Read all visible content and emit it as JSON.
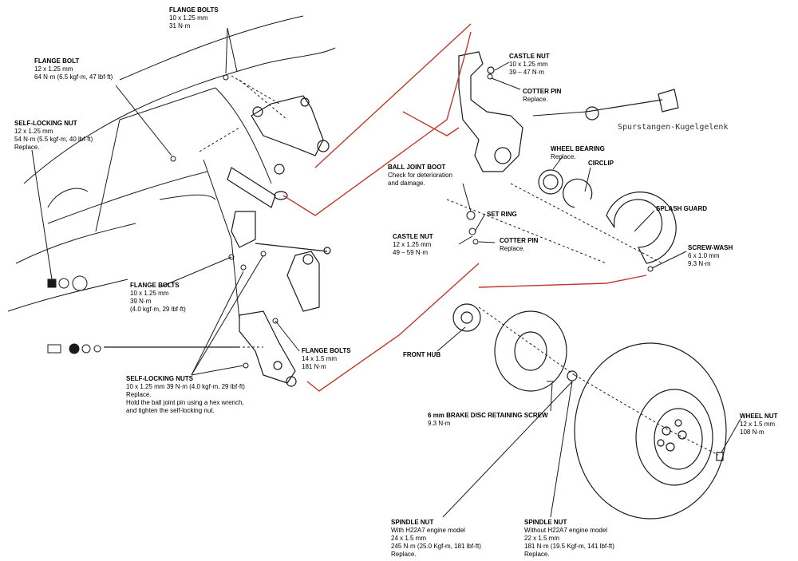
{
  "labels": {
    "flange_bolts_top": {
      "title": "FLANGE BOLTS",
      "lines": [
        "10 x 1.25 mm",
        "31 N·m"
      ]
    },
    "flange_bolt": {
      "title": "FLANGE BOLT",
      "lines": [
        "12 x 1.25 mm",
        "64 N·m (6.5 kgf·m, 47 lbf·ft)"
      ]
    },
    "self_locking_nut": {
      "title": "SELF-LOCKING NUT",
      "lines": [
        "12 x 1.25 mm",
        "54 N·m (5.5 kgf·m, 40 lbf·ft)",
        "Replace."
      ]
    },
    "flange_bolts_mid": {
      "title": "FLANGE BOLTS",
      "lines": [
        "10 x 1.25 mm",
        "39 N·m",
        "(4.0 kgf·m, 29 lbf·ft)"
      ]
    },
    "self_locking_nuts": {
      "title": "SELF-LOCKING NUTS",
      "lines": [
        "10 x 1.25 mm 39 N·m (4.0 kgf·m, 29 lbf·ft)",
        "Replace.",
        "Hold the ball joint pin using a hex wrench,",
        "and tighten the self-locking nut."
      ]
    },
    "flange_bolts_low": {
      "title": "FLANGE BOLTS",
      "lines": [
        "14 x 1.5 mm",
        "181 N·m"
      ]
    },
    "castle_nut_top": {
      "title": "CASTLE NUT",
      "lines": [
        "10 x 1.25 mm",
        "39 – 47 N·m"
      ]
    },
    "cotter_pin_top": {
      "title": "COTTER PIN",
      "lines": [
        "Replace."
      ]
    },
    "wheel_bearing": {
      "title": "WHEEL BEARING",
      "lines": [
        "Replace."
      ]
    },
    "circlip": {
      "title": "CIRCLIP",
      "lines": []
    },
    "ball_joint_boot": {
      "title": "BALL JOINT BOOT",
      "lines": [
        "Check for deterioration",
        "and damage."
      ]
    },
    "set_ring": {
      "title": "SET RING",
      "lines": []
    },
    "castle_nut_mid": {
      "title": "CASTLE NUT",
      "lines": [
        "12 x 1.25 mm",
        "49 – 59 N·m"
      ]
    },
    "cotter_pin_mid": {
      "title": "COTTER PIN",
      "lines": [
        "Replace."
      ]
    },
    "splash_guard": {
      "title": "SPLASH GUARD",
      "lines": []
    },
    "screw_washer": {
      "title": "SCREW-WASH",
      "lines": [
        "6 x 1.0 mm",
        "9.3 N·m"
      ]
    },
    "front_hub": {
      "title": "FRONT HUB",
      "lines": []
    },
    "brake_disc_screw": {
      "title": "6 mm BRAKE DISC RETAINING SCREW",
      "lines": [
        "9.3 N·m"
      ]
    },
    "wheel_nut": {
      "title": "WHEEL NUT",
      "lines": [
        "12 x 1.5 mm",
        "108 N·m"
      ]
    },
    "spindle_nut_a": {
      "title": "SPINDLE NUT",
      "lines": [
        "With H22A7 engine model",
        "24 x 1.5 mm",
        "245 N·m (25.0 Kgf-m, 181 lbf-ft)",
        "Replace."
      ]
    },
    "spindle_nut_b": {
      "title": "SPINDLE NUT",
      "lines": [
        "Without H22A7 engine model",
        "22 x 1.5 mm",
        "181 N·m (19.5 Kgf-m, 141 lbf-ft)",
        "Replace."
      ]
    }
  },
  "annotation": "Spurstangen-Kugelgelenk",
  "colors": {
    "ink": "#1a1a1a",
    "arrow": "#c0392b"
  }
}
